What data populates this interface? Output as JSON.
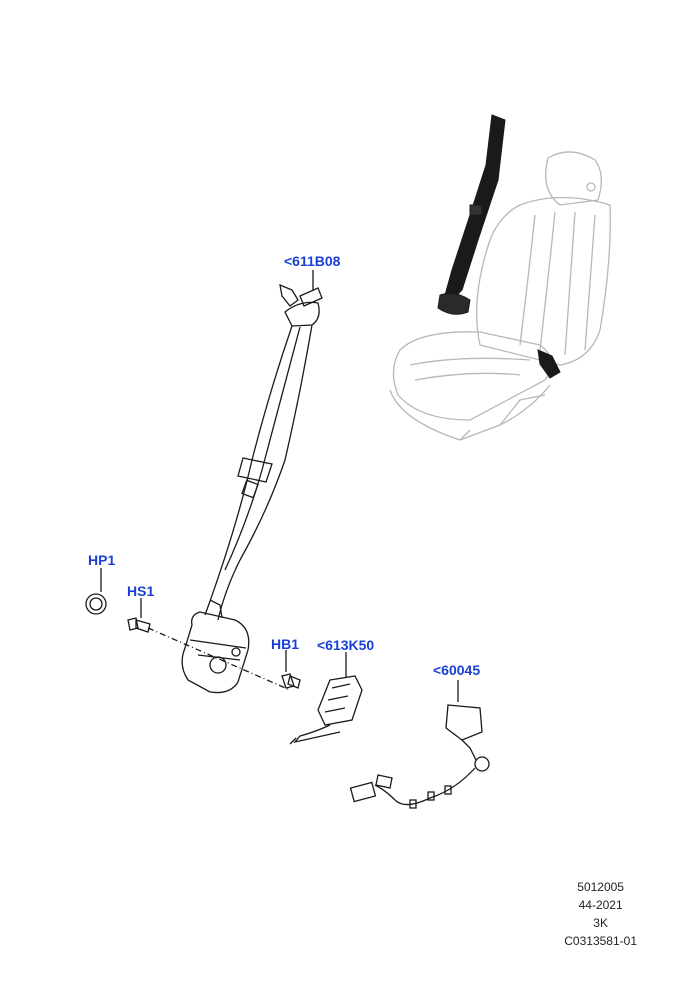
{
  "callouts": {
    "seatbelt": "<611B08",
    "hp1": "HP1",
    "hs1": "HS1",
    "hb1": "HB1",
    "pretensioner": "<613K50",
    "buckle": "<60045"
  },
  "footer": {
    "line1": "5012005",
    "line2": "44-2021",
    "line3": "3K",
    "line4": "C0313581-01"
  },
  "colors": {
    "callout": "#1a3fd6",
    "line": "#1a1a1a",
    "seat": "#b8b8b8"
  }
}
